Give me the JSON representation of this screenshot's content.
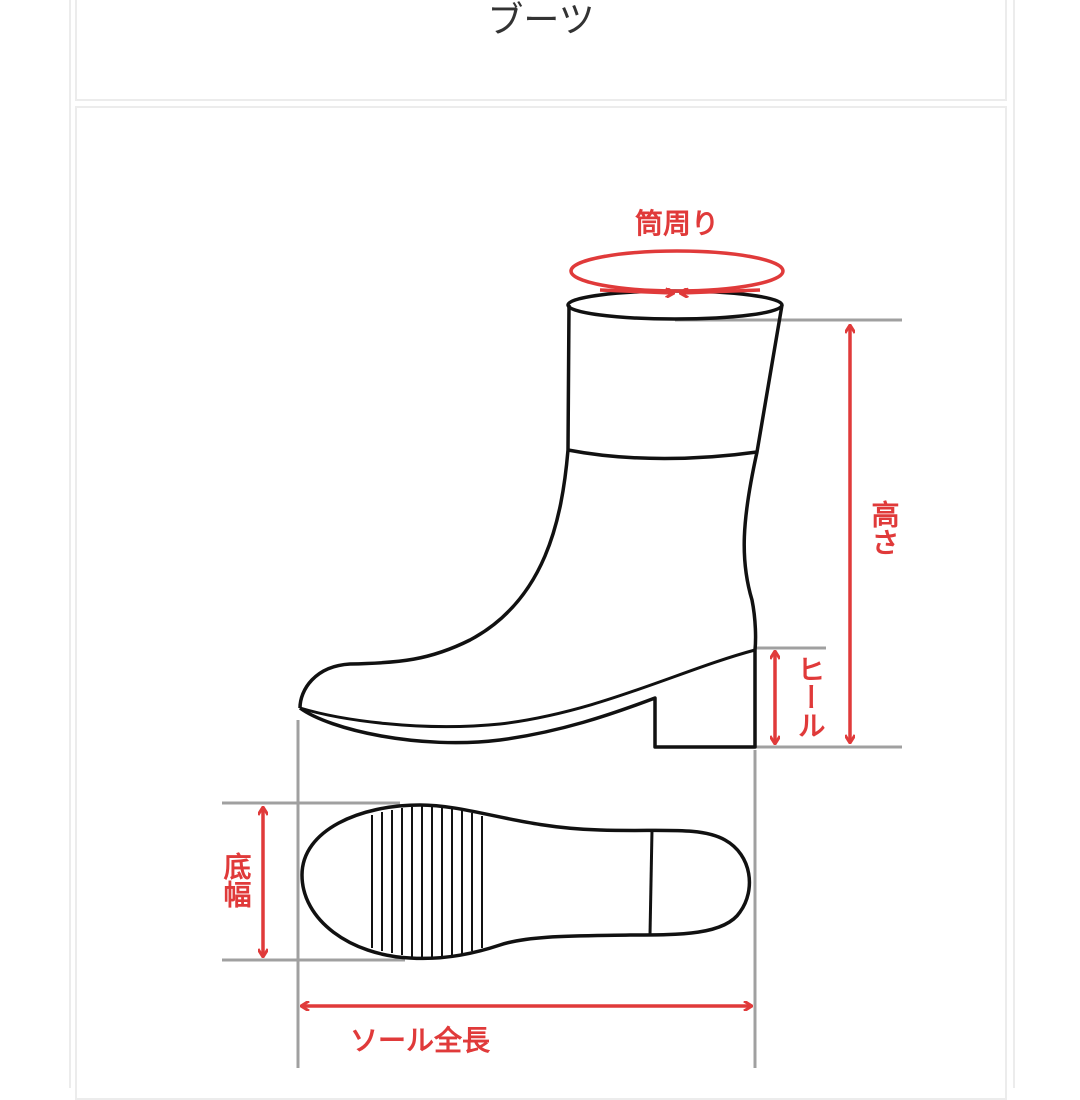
{
  "title": "ブーツ",
  "labels": {
    "circumference": "筒周り",
    "height": "高さ",
    "heel": "ヒール",
    "sole_width": "底幅",
    "sole_length": "ソール全長"
  },
  "colors": {
    "accent": "#e03a3a",
    "guide": "#a0a0a0",
    "line": "#111111"
  }
}
